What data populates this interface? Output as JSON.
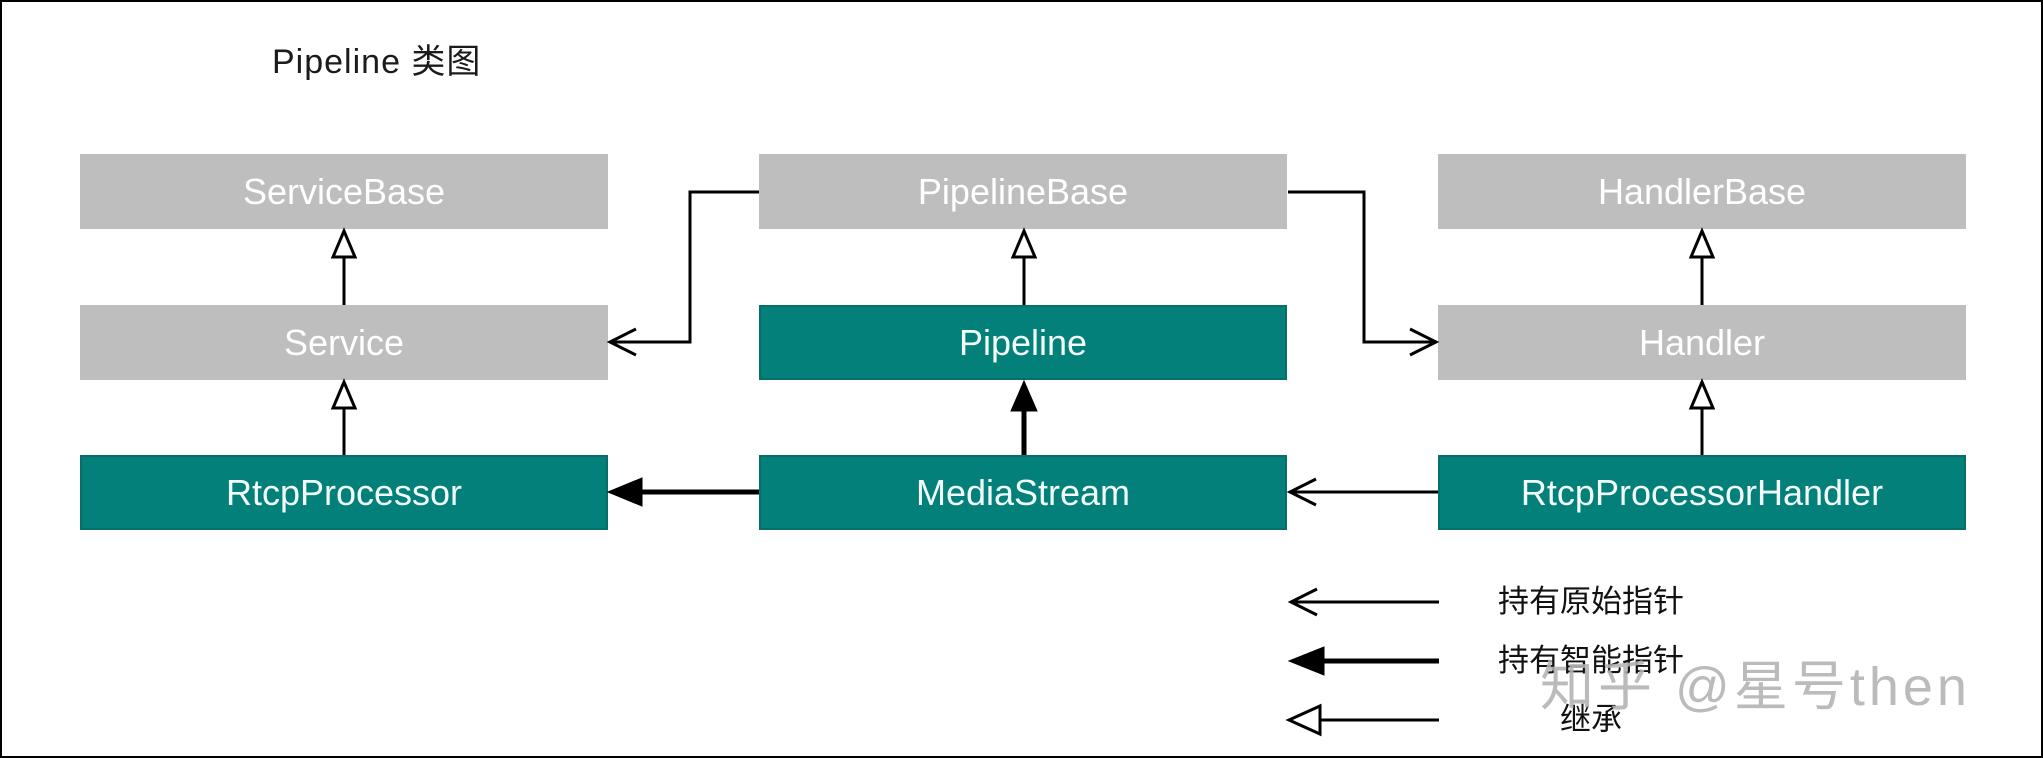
{
  "title": "Pipeline 类图",
  "colors": {
    "teal_box": "#038079",
    "gray_box": "#bebebe",
    "box_text": "#ffffff",
    "line": "#000000",
    "watermark": "#b2b2b2"
  },
  "nodes": {
    "service_base": {
      "label": "ServiceBase",
      "variant": "gray"
    },
    "pipeline_base": {
      "label": "PipelineBase",
      "variant": "gray"
    },
    "handler_base": {
      "label": "HandlerBase",
      "variant": "gray"
    },
    "service": {
      "label": "Service",
      "variant": "gray"
    },
    "pipeline": {
      "label": "Pipeline",
      "variant": "teal"
    },
    "handler": {
      "label": "Handler",
      "variant": "gray"
    },
    "rtcp_processor": {
      "label": "RtcpProcessor",
      "variant": "teal"
    },
    "media_stream": {
      "label": "MediaStream",
      "variant": "teal"
    },
    "rtcp_processor_handler": {
      "label": "RtcpProcessorHandler",
      "variant": "teal"
    }
  },
  "edges": [
    {
      "from": "Service",
      "to": "ServiceBase",
      "type": "继承"
    },
    {
      "from": "Pipeline",
      "to": "PipelineBase",
      "type": "继承"
    },
    {
      "from": "Handler",
      "to": "HandlerBase",
      "type": "继承"
    },
    {
      "from": "RtcpProcessor",
      "to": "Service",
      "type": "继承"
    },
    {
      "from": "RtcpProcessorHandler",
      "to": "Handler",
      "type": "继承"
    },
    {
      "from": "MediaStream",
      "to": "Pipeline",
      "type": "持有智能指针"
    },
    {
      "from": "MediaStream",
      "to": "RtcpProcessor",
      "type": "持有智能指针"
    },
    {
      "from": "PipelineBase",
      "to": "Service",
      "type": "持有原始指针"
    },
    {
      "from": "PipelineBase",
      "to": "Handler",
      "type": "持有原始指针"
    },
    {
      "from": "RtcpProcessorHandler",
      "to": "MediaStream",
      "type": "持有原始指针"
    }
  ],
  "legend": {
    "items": [
      {
        "arrow": "raw-pointer-arrow",
        "label": "持有原始指针"
      },
      {
        "arrow": "smart-pointer-arrow",
        "label": "持有智能指针"
      },
      {
        "arrow": "inheritance-arrow",
        "label": "继承"
      }
    ]
  },
  "watermark": "知乎 @星号then"
}
